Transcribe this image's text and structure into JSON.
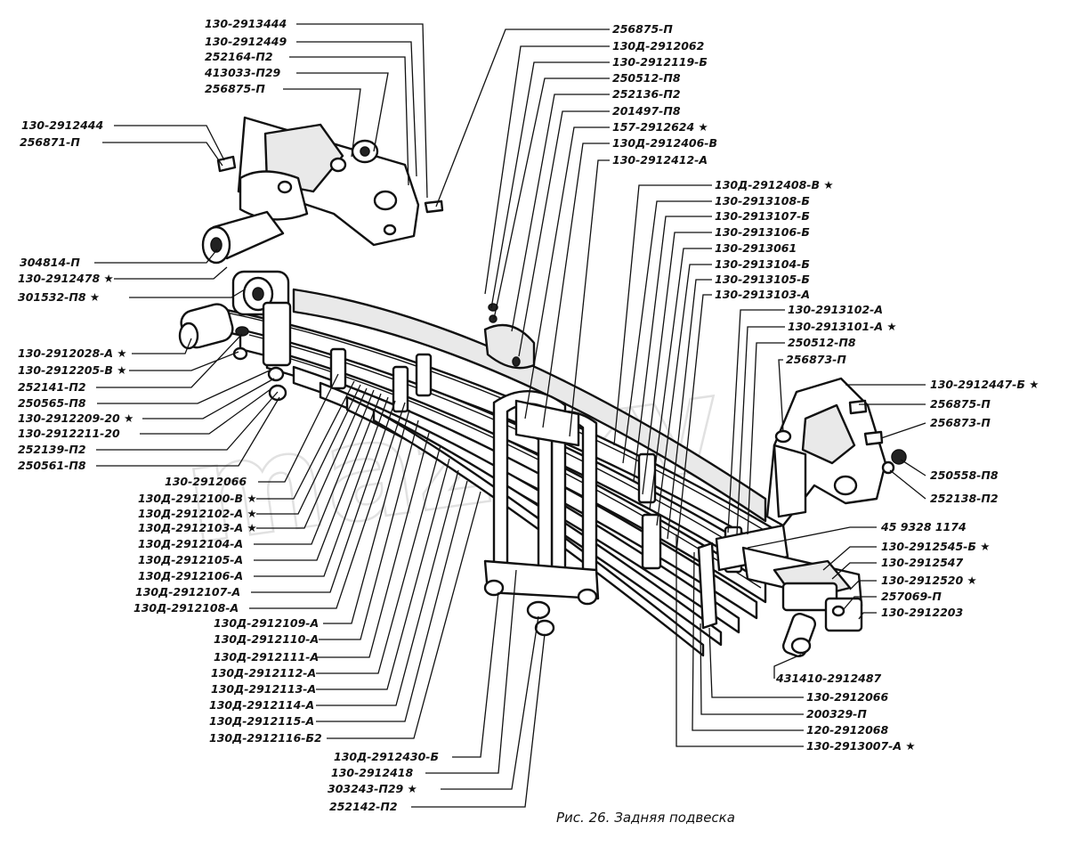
{
  "caption": "Рис. 26. Задняя подвеска",
  "watermark": "maz-kv",
  "labels_left_top": [
    "130-2913444",
    "130-2912449",
    "252164-П2",
    "413033-П29",
    "256875-П"
  ],
  "labels_left_bracket": [
    "130-2912444",
    "256871-П"
  ],
  "labels_left_mid": [
    "304814-П",
    "130-2912478 ★",
    "301532-П8 ★"
  ],
  "labels_left_low": [
    "130-2912028-А ★",
    "130-2912205-В ★",
    "252141-П2",
    "250565-П8",
    "130-2912209-20 ★",
    "130-2912211-20",
    "252139-П2",
    "250561-П8"
  ],
  "labels_leaves": [
    "130-2912066",
    "130Д-2912100-В ★",
    "130Д-2912102-А ★",
    "130Д-2912103-А ★",
    "130Д-2912104-А",
    "130Д-2912105-А",
    "130Д-2912106-А",
    "130Д-2912107-А",
    "130Д-2912108-А"
  ],
  "labels_leaves_low": [
    "130Д-2912109-А",
    "130Д-2912110-А",
    "130Д-2912111-А",
    "130Д-2912112-А",
    "130Д-2912113-А",
    "130Д-2912114-А",
    "130Д-2912115-А",
    "130Д-2912116-Б2"
  ],
  "labels_bottom": [
    "130Д-2912430-Б",
    "130-2912418",
    "303243-П29 ★",
    "252142-П2"
  ],
  "labels_top_center": [
    "256875-П",
    "130Д-2912062",
    "130-2912119-Б",
    "250512-П8",
    "252136-П2",
    "201497-П8",
    "157-2912624 ★",
    "130Д-2912406-В",
    "130-2912412-А"
  ],
  "labels_center_right": [
    "130Д-2912408-В ★",
    "130-2913108-Б",
    "130-2913107-Б",
    "130-2913106-Б",
    "130-2913061",
    "130-2913104-Б",
    "130-2913105-Б",
    "130-2913103-А"
  ],
  "labels_right_upper": [
    "130-2913102-А",
    "130-2913101-А ★",
    "250512-П8",
    "256873-П"
  ],
  "labels_right_bracket": [
    "130-2912447-Б ★",
    "256875-П",
    "256873-П",
    "250558-П8",
    "252138-П2"
  ],
  "labels_right_lower": [
    "45 9328 1174",
    "130-2912545-Б ★",
    "130-2912547",
    "130-2912520 ★",
    "257069-П",
    "130-2912203"
  ],
  "labels_right_bottom": [
    "431410-2912487",
    "130-2912066",
    "200329-П",
    "120-2912068",
    "130-2913007-А ★"
  ]
}
